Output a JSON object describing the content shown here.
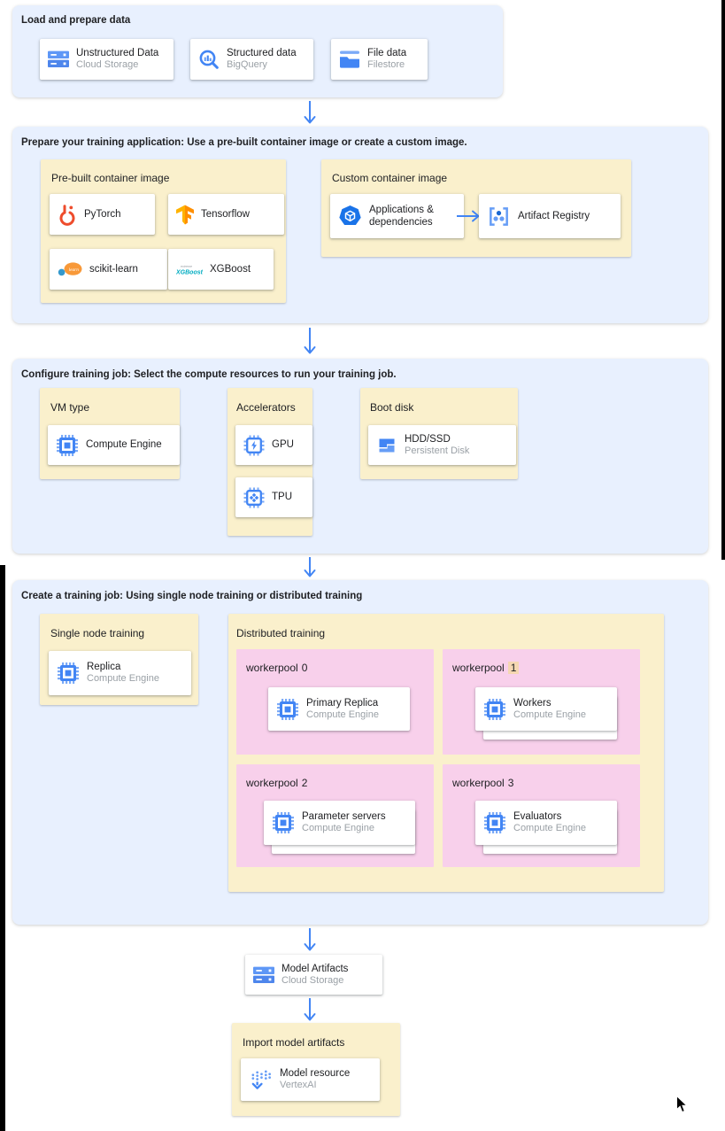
{
  "colors": {
    "section_bg": "#e8f0fe",
    "panel_bg": "#faf0cc",
    "pool_bg": "#f8d0eb",
    "card_bg": "#ffffff",
    "arrow_blue": "#4285f4",
    "title_text": "#202124",
    "subtitle_text": "#9aa0a6",
    "workerpool_num_highlight": "#f5d7b2"
  },
  "load_section": {
    "title": "Load and prepare data",
    "cards": [
      {
        "icon": "cloud-storage-icon",
        "title": "Unstructured Data",
        "subtitle": "Cloud Storage"
      },
      {
        "icon": "bigquery-icon",
        "title": "Structured data",
        "subtitle": "BigQuery"
      },
      {
        "icon": "filestore-icon",
        "title": "File data",
        "subtitle": "Filestore"
      }
    ]
  },
  "prepare_section": {
    "title": "Prepare your training application: Use a pre-built container image or create a custom image.",
    "prebuilt": {
      "label": "Pre-built container image",
      "cards": [
        {
          "icon": "pytorch-icon",
          "title": "PyTorch"
        },
        {
          "icon": "tensorflow-icon",
          "title": "Tensorflow"
        },
        {
          "icon": "scikit-learn-icon",
          "title": "scikit-learn"
        },
        {
          "icon": "xgboost-icon",
          "title": "XGBoost"
        }
      ]
    },
    "custom": {
      "label": "Custom container image",
      "source_card": {
        "icon": "applications-icon",
        "title": "Applications & dependencies"
      },
      "target_card": {
        "icon": "artifact-registry-icon",
        "title": "Artifact Registry"
      }
    }
  },
  "configure_section": {
    "title": "Configure training job: Select the compute resources to run your training job.",
    "vm_type": {
      "label": "VM type",
      "card": {
        "icon": "compute-engine-icon",
        "title": "Compute Engine"
      }
    },
    "accelerators": {
      "label": "Accelerators",
      "cards": [
        {
          "icon": "gpu-icon",
          "title": "GPU"
        },
        {
          "icon": "tpu-icon",
          "title": "TPU"
        }
      ]
    },
    "boot_disk": {
      "label": "Boot disk",
      "card": {
        "icon": "persistent-disk-icon",
        "title": "HDD/SSD",
        "subtitle": "Persistent Disk"
      }
    }
  },
  "create_section": {
    "title": "Create a training job: Using single node training or distributed training",
    "single_node": {
      "label": "Single node training",
      "card": {
        "icon": "compute-engine-icon",
        "title": "Replica",
        "subtitle": "Compute Engine"
      }
    },
    "distributed": {
      "label": "Distributed training",
      "workerpools": [
        {
          "label_prefix": "workerpool",
          "label_num": "0",
          "card": {
            "icon": "compute-engine-icon",
            "title": "Primary Replica",
            "subtitle": "Compute Engine"
          }
        },
        {
          "label_prefix": "workerpool",
          "label_num": "1",
          "card": {
            "icon": "compute-engine-icon",
            "title": "Workers",
            "subtitle": "Compute Engine"
          }
        },
        {
          "label_prefix": "workerpool",
          "label_num": "2",
          "card": {
            "icon": "compute-engine-icon",
            "title": "Parameter servers",
            "subtitle": "Compute Engine"
          }
        },
        {
          "label_prefix": "workerpool",
          "label_num": "3",
          "card": {
            "icon": "compute-engine-icon",
            "title": "Evaluators",
            "subtitle": "Compute Engine"
          }
        }
      ]
    }
  },
  "model_artifacts_card": {
    "icon": "cloud-storage-icon",
    "title": "Model Artifacts",
    "subtitle": "Cloud Storage"
  },
  "import_section": {
    "label": "Import model artifacts",
    "card": {
      "icon": "vertex-ai-icon",
      "title": "Model resource",
      "subtitle": "VertexAI"
    }
  }
}
